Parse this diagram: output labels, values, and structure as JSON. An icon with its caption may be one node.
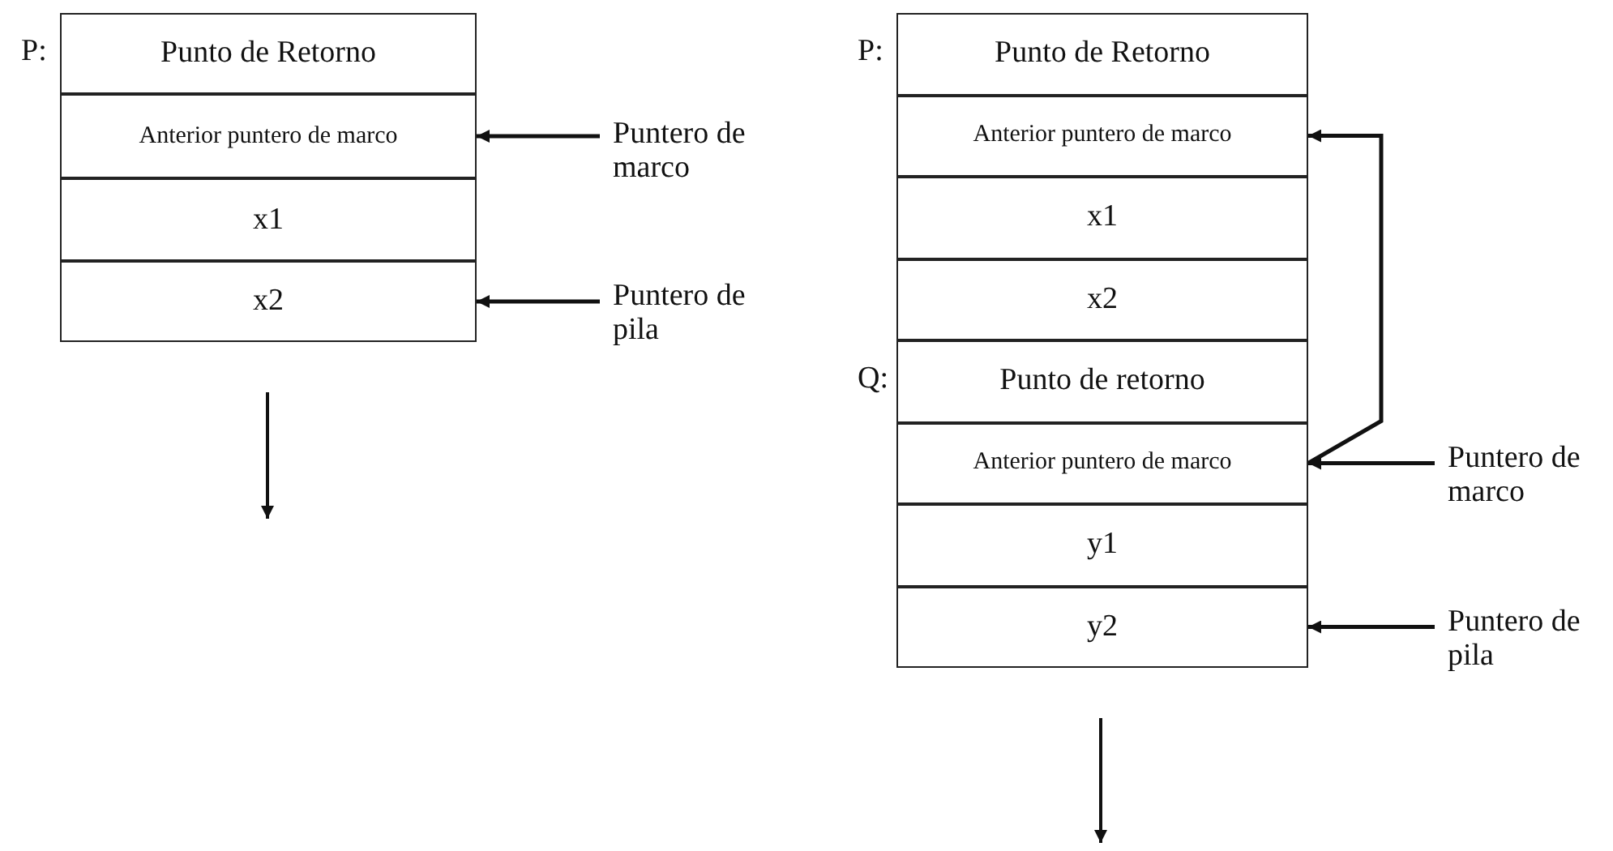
{
  "diagram": {
    "nodes": [
      {
        "text": [
          "Punto de Retorno"
        ],
        "beside": [
          "P:"
        ]
      },
      {
        "text": [
          "Anterior puntero de marco"
        ]
      },
      {
        "text": [
          "x1"
        ]
      },
      {
        "text": [
          "x2"
        ]
      },
      {
        "text": [
          "Puntero de marco"
        ]
      },
      {
        "text": [
          "Puntero de pila"
        ]
      },
      {
        "text": [
          "Punto de Retorno"
        ],
        "beside": [
          "P:"
        ]
      },
      {
        "text": [
          "Anterior puntero de marco"
        ]
      },
      {
        "text": [
          "x1"
        ]
      },
      {
        "text": [
          "x2"
        ]
      },
      {
        "text": [
          "Punto de retorno"
        ],
        "beside": [
          "Q:"
        ]
      },
      {
        "text": [
          "Anterior puntero de marco"
        ]
      },
      {
        "text": [
          "y1"
        ]
      },
      {
        "text": [
          "y2"
        ]
      },
      {
        "text": [
          "Puntero de marco"
        ]
      },
      {
        "text": [
          "Puntero de pila"
        ]
      }
    ],
    "edges": [
      {
        "from": 4,
        "to": 1,
        "arrow": "to"
      },
      {
        "from": 5,
        "to": 3,
        "arrow": "to"
      },
      {
        "from": 11,
        "to": 7,
        "arrow": "to"
      },
      {
        "from": 14,
        "to": 11,
        "arrow": "to"
      },
      {
        "from": 15,
        "to": 13,
        "arrow": "to"
      }
    ]
  }
}
